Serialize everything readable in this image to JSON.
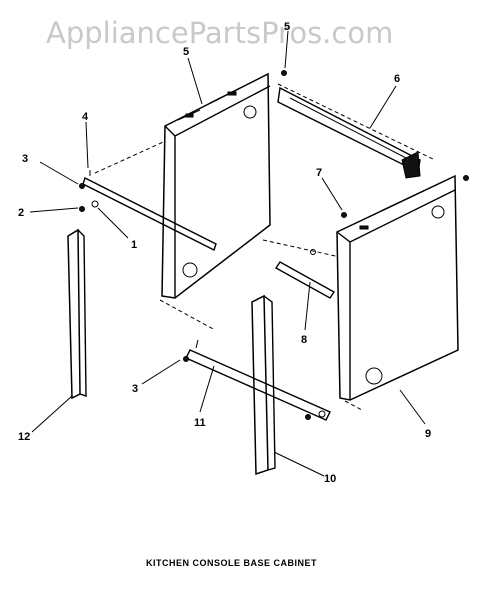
{
  "watermark": "AppliancePartsPros.com",
  "caption": "KITCHEN CONSOLE BASE CABINET",
  "callouts": [
    "1",
    "2",
    "3",
    "3",
    "4",
    "5",
    "5",
    "6",
    "7",
    "8",
    "9",
    "10",
    "11",
    "12"
  ]
}
